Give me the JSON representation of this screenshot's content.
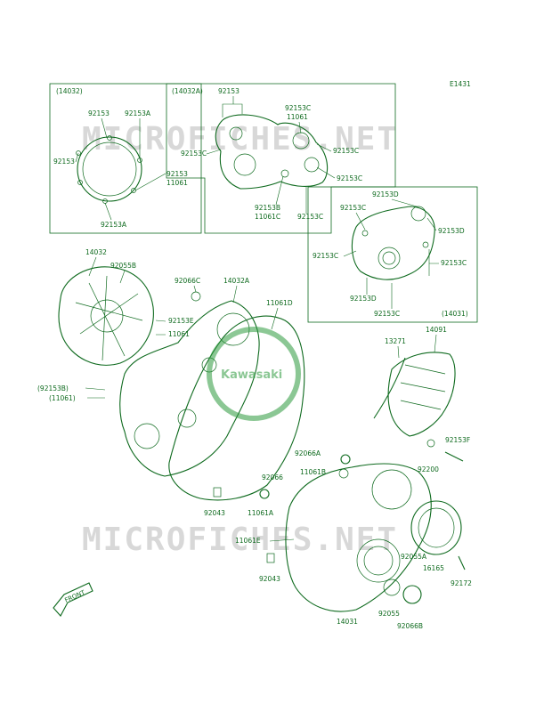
{
  "diagram_code": "E1431",
  "watermark": "MICROFICHES.NET",
  "logo": "Kawasaki",
  "front_label": "FRONT",
  "labels": {
    "g1_title": "(14032)",
    "g1_a": "92153",
    "g1_b": "92153A",
    "g1_c": "92153",
    "g1_d": "92153",
    "g1_e": "11061",
    "g1_f": "92153A",
    "g2_title": "(14032A)",
    "g2_a": "92153",
    "g2_b": "92153C",
    "g2_c": "11061",
    "g2_d": "92153C",
    "g2_e": "92153C",
    "g2_f": "92153C",
    "g2_g": "92153B",
    "g2_h": "11061C",
    "g2_i": "92153C",
    "g3_a": "92153D",
    "g3_b": "92153C",
    "g3_c": "92153D",
    "g3_d": "92153C",
    "g3_e": "92153C",
    "g3_f": "92153D",
    "g3_g": "92153C",
    "g3_title": "(14031)",
    "m_14032": "14032",
    "m_92055B": "92055B",
    "m_92066C": "92066C",
    "m_14032A": "14032A",
    "m_11061D": "11061D",
    "m_92153E": "92153E",
    "m_11061a": "11061",
    "m_92153B": "(92153B)",
    "m_11061b": "(11061)",
    "m_13271": "13271",
    "m_14091": "14091",
    "m_92153F": "92153F",
    "m_92200": "92200",
    "m_92066A": "92066A",
    "m_11061B": "11061B",
    "m_92066": "92066",
    "m_92043a": "92043",
    "m_11061A": "11061A",
    "m_11061E": "11061E",
    "m_92055A": "92055A",
    "m_16165": "16165",
    "m_92172": "92172",
    "m_92043b": "92043",
    "m_92055": "92055",
    "m_92066B": "92066B",
    "m_14031": "14031"
  }
}
